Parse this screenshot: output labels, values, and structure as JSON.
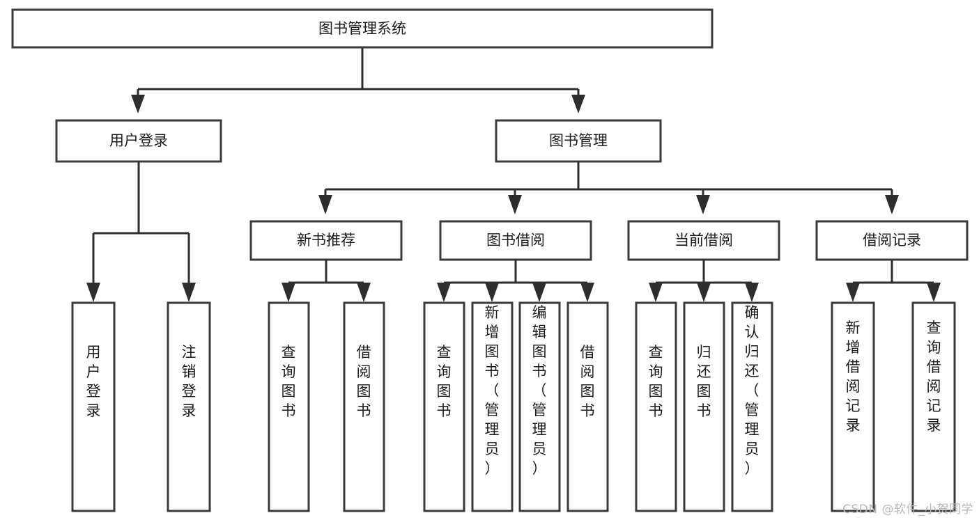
{
  "diagram": {
    "type": "tree-hierarchy-chart",
    "title": "图书管理系统",
    "watermark": "CSDN @软件_小贺同学",
    "colors": {
      "box_fill": "#ffffff",
      "box_stroke": "#3a3a3a",
      "connector": "#2e2e2e",
      "text": "#1c1c1c",
      "watermark": "#b8b8b8",
      "background": "#ffffff"
    },
    "root": {
      "label": "图书管理系统"
    },
    "level2": [
      {
        "label": "用户登录"
      },
      {
        "label": "图书管理"
      }
    ],
    "level3": [
      {
        "label": "新书推荐"
      },
      {
        "label": "图书借阅"
      },
      {
        "label": "当前借阅"
      },
      {
        "label": "借阅记录"
      }
    ],
    "leaves": {
      "user_login": [
        {
          "label": "用户登录"
        },
        {
          "label": "注销登录"
        }
      ],
      "new_book": [
        {
          "label": "查询图书"
        },
        {
          "label": "借阅图书"
        }
      ],
      "borrow": [
        {
          "label": "查询图书"
        },
        {
          "label": "新增图书（管理员）"
        },
        {
          "label": "编辑图书（管理员）"
        },
        {
          "label": "借阅图书"
        }
      ],
      "current": [
        {
          "label": "查询图书"
        },
        {
          "label": "归还图书"
        },
        {
          "label": "确认归还（管理员）"
        }
      ],
      "records": [
        {
          "label": "新增借阅记录"
        },
        {
          "label": "查询借阅记录"
        }
      ]
    }
  }
}
